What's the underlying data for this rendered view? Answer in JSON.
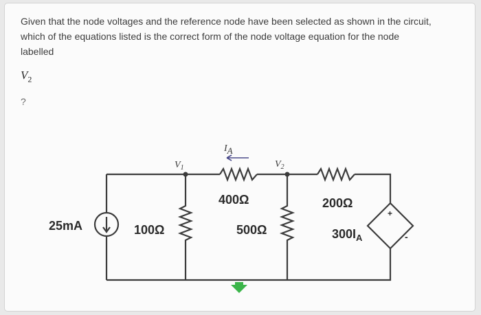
{
  "question": {
    "text": "Given that the node voltages and the reference node have been selected as shown in the circuit, which of the equations listed is the correct form of the node voltage equation for the node labelled",
    "node_symbol": "V",
    "node_subscript": "2",
    "answer_placeholder": "?"
  },
  "circuit": {
    "current_label": "I",
    "current_sub": "A",
    "node1_label": "V",
    "node1_sub": "1",
    "node2_label": "V",
    "node2_sub": "2",
    "source_label": "25mA",
    "r100_label": "100Ω",
    "r400_label": "400Ω",
    "r500_label": "500Ω",
    "r200_label": "200Ω",
    "dep_label": "300I",
    "dep_sub": "A",
    "plus_sign": "+",
    "minus_sign": "-"
  },
  "colors": {
    "ground_arrow": "#3bb54a",
    "wire": "#3b3b3b"
  }
}
